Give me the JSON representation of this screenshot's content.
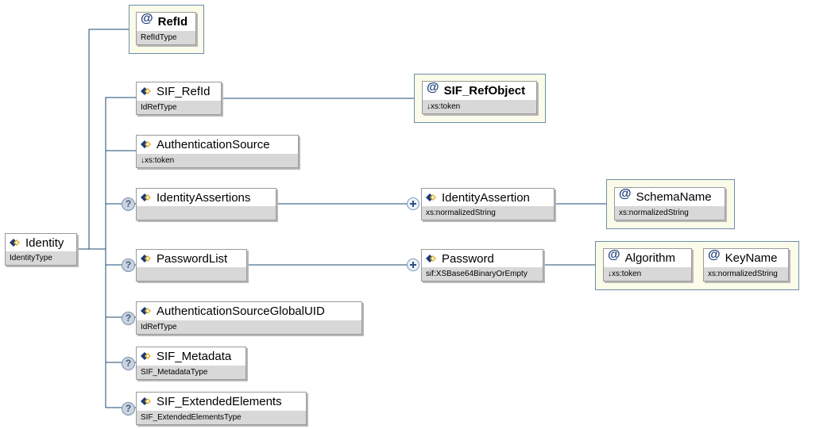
{
  "root": {
    "name": "Identity",
    "type": "IdentityType"
  },
  "root_attributes": [
    {
      "name": "RefId",
      "type": "RefIdType"
    }
  ],
  "elements": {
    "sif_refid": {
      "name": "SIF_RefId",
      "type": "IdRefType",
      "attribute": {
        "name": "SIF_RefObject",
        "type": "↓xs:token"
      }
    },
    "authentication_source": {
      "name": "AuthenticationSource",
      "type": "↓xs:token"
    },
    "identity_assertions": {
      "name": "IdentityAssertions",
      "type": "",
      "optional_marker": "?",
      "child": {
        "name": "IdentityAssertion",
        "type": "xs:normalizedString",
        "attribute": {
          "name": "SchemaName",
          "type": "xs:normalizedString"
        }
      }
    },
    "password_list": {
      "name": "PasswordList",
      "type": "",
      "optional_marker": "?",
      "child": {
        "name": "Password",
        "type": "sif:XSBase64BinaryOrEmpty",
        "attributes": [
          {
            "name": "Algorithm",
            "type": "↓xs:token"
          },
          {
            "name": "KeyName",
            "type": "xs:normalizedString"
          }
        ]
      }
    },
    "authentication_source_global_uid": {
      "name": "AuthenticationSourceGlobalUID",
      "type": "IdRefType",
      "optional_marker": "?"
    },
    "sif_metadata": {
      "name": "SIF_Metadata",
      "type": "SIF_MetadataType",
      "optional_marker": "?"
    },
    "sif_extended_elements": {
      "name": "SIF_ExtendedElements",
      "type": "SIF_ExtendedElementsType",
      "optional_marker": "?"
    }
  },
  "icons": {
    "element": "element-icon",
    "attribute": "at-sign-icon",
    "optional": "question-icon",
    "expand": "plus-icon"
  },
  "colors": {
    "connector": "#1c4a73",
    "type_bar": "#d8d8d8",
    "attribute_group_bg": "#fbfbe9",
    "icon_blue": "#1b3c78",
    "icon_gold": "#e6b22a"
  }
}
